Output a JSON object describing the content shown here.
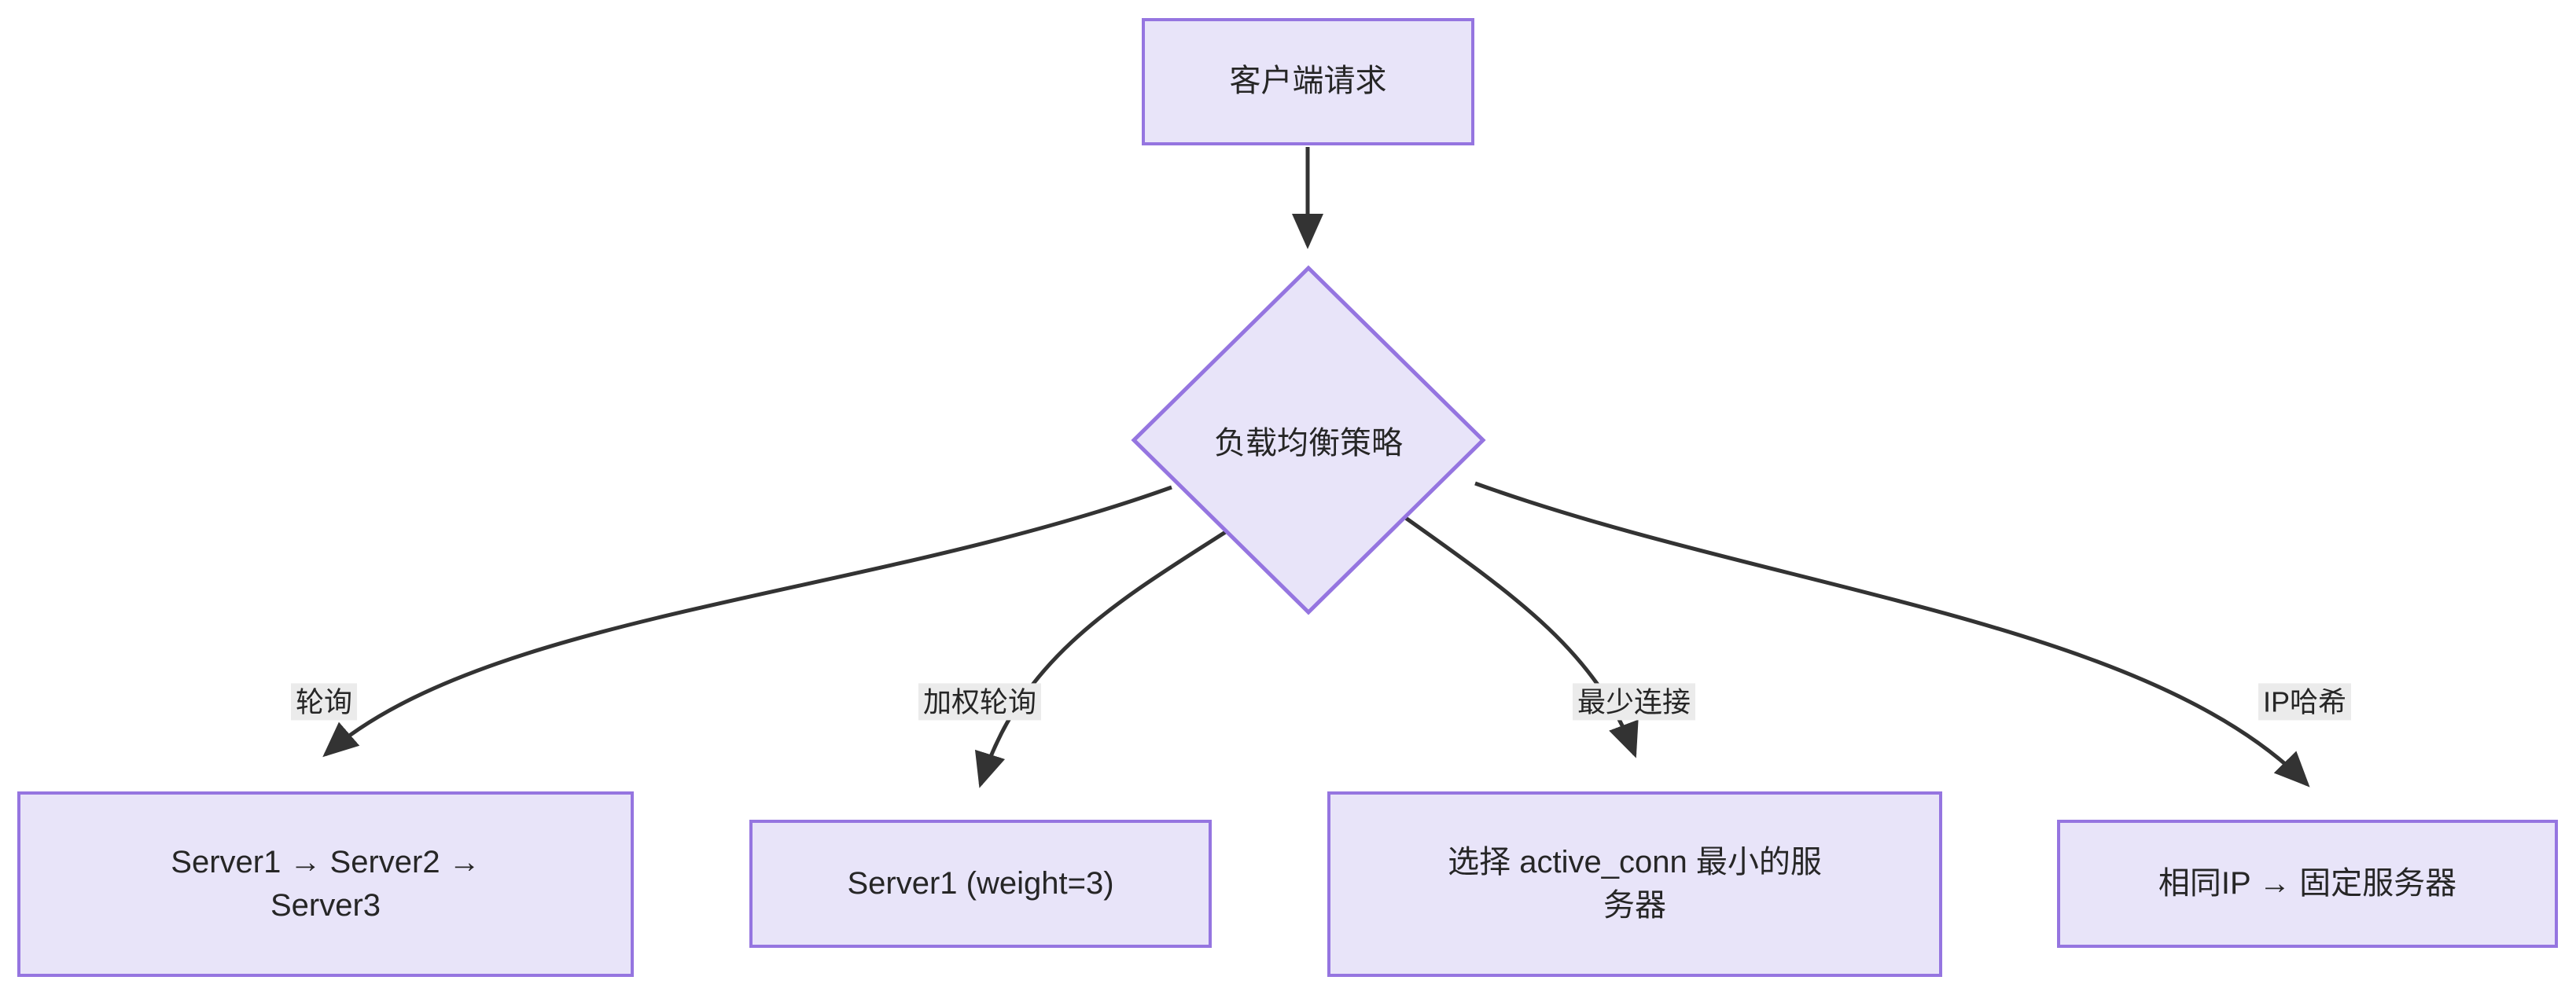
{
  "diagram": {
    "type": "flowchart",
    "direction": "top-down",
    "theme": {
      "node_fill": "#e8e4f9",
      "node_stroke": "#9575e0",
      "text_color": "#262626",
      "edge_stroke": "#333333",
      "edge_label_bg": "#ebebeb",
      "background": "#ffffff"
    },
    "nodes": [
      {
        "id": "client",
        "shape": "rect",
        "label": "客户端请求"
      },
      {
        "id": "strategy",
        "shape": "diamond",
        "label": "负载均衡策略"
      },
      {
        "id": "roundrobin",
        "shape": "rect",
        "label": "Server1 → Server2 →\nServer3"
      },
      {
        "id": "weighted",
        "shape": "rect",
        "label": "Server1 (weight=3)"
      },
      {
        "id": "leastconn",
        "shape": "rect",
        "label": "选择 active_conn 最小的服\n务器"
      },
      {
        "id": "iphash",
        "shape": "rect",
        "label": "相同IP → 固定服务器"
      }
    ],
    "edges": [
      {
        "from": "client",
        "to": "strategy",
        "label": ""
      },
      {
        "from": "strategy",
        "to": "roundrobin",
        "label": "轮询"
      },
      {
        "from": "strategy",
        "to": "weighted",
        "label": "加权轮询"
      },
      {
        "from": "strategy",
        "to": "leastconn",
        "label": "最少连接"
      },
      {
        "from": "strategy",
        "to": "iphash",
        "label": "IP哈希"
      }
    ]
  }
}
